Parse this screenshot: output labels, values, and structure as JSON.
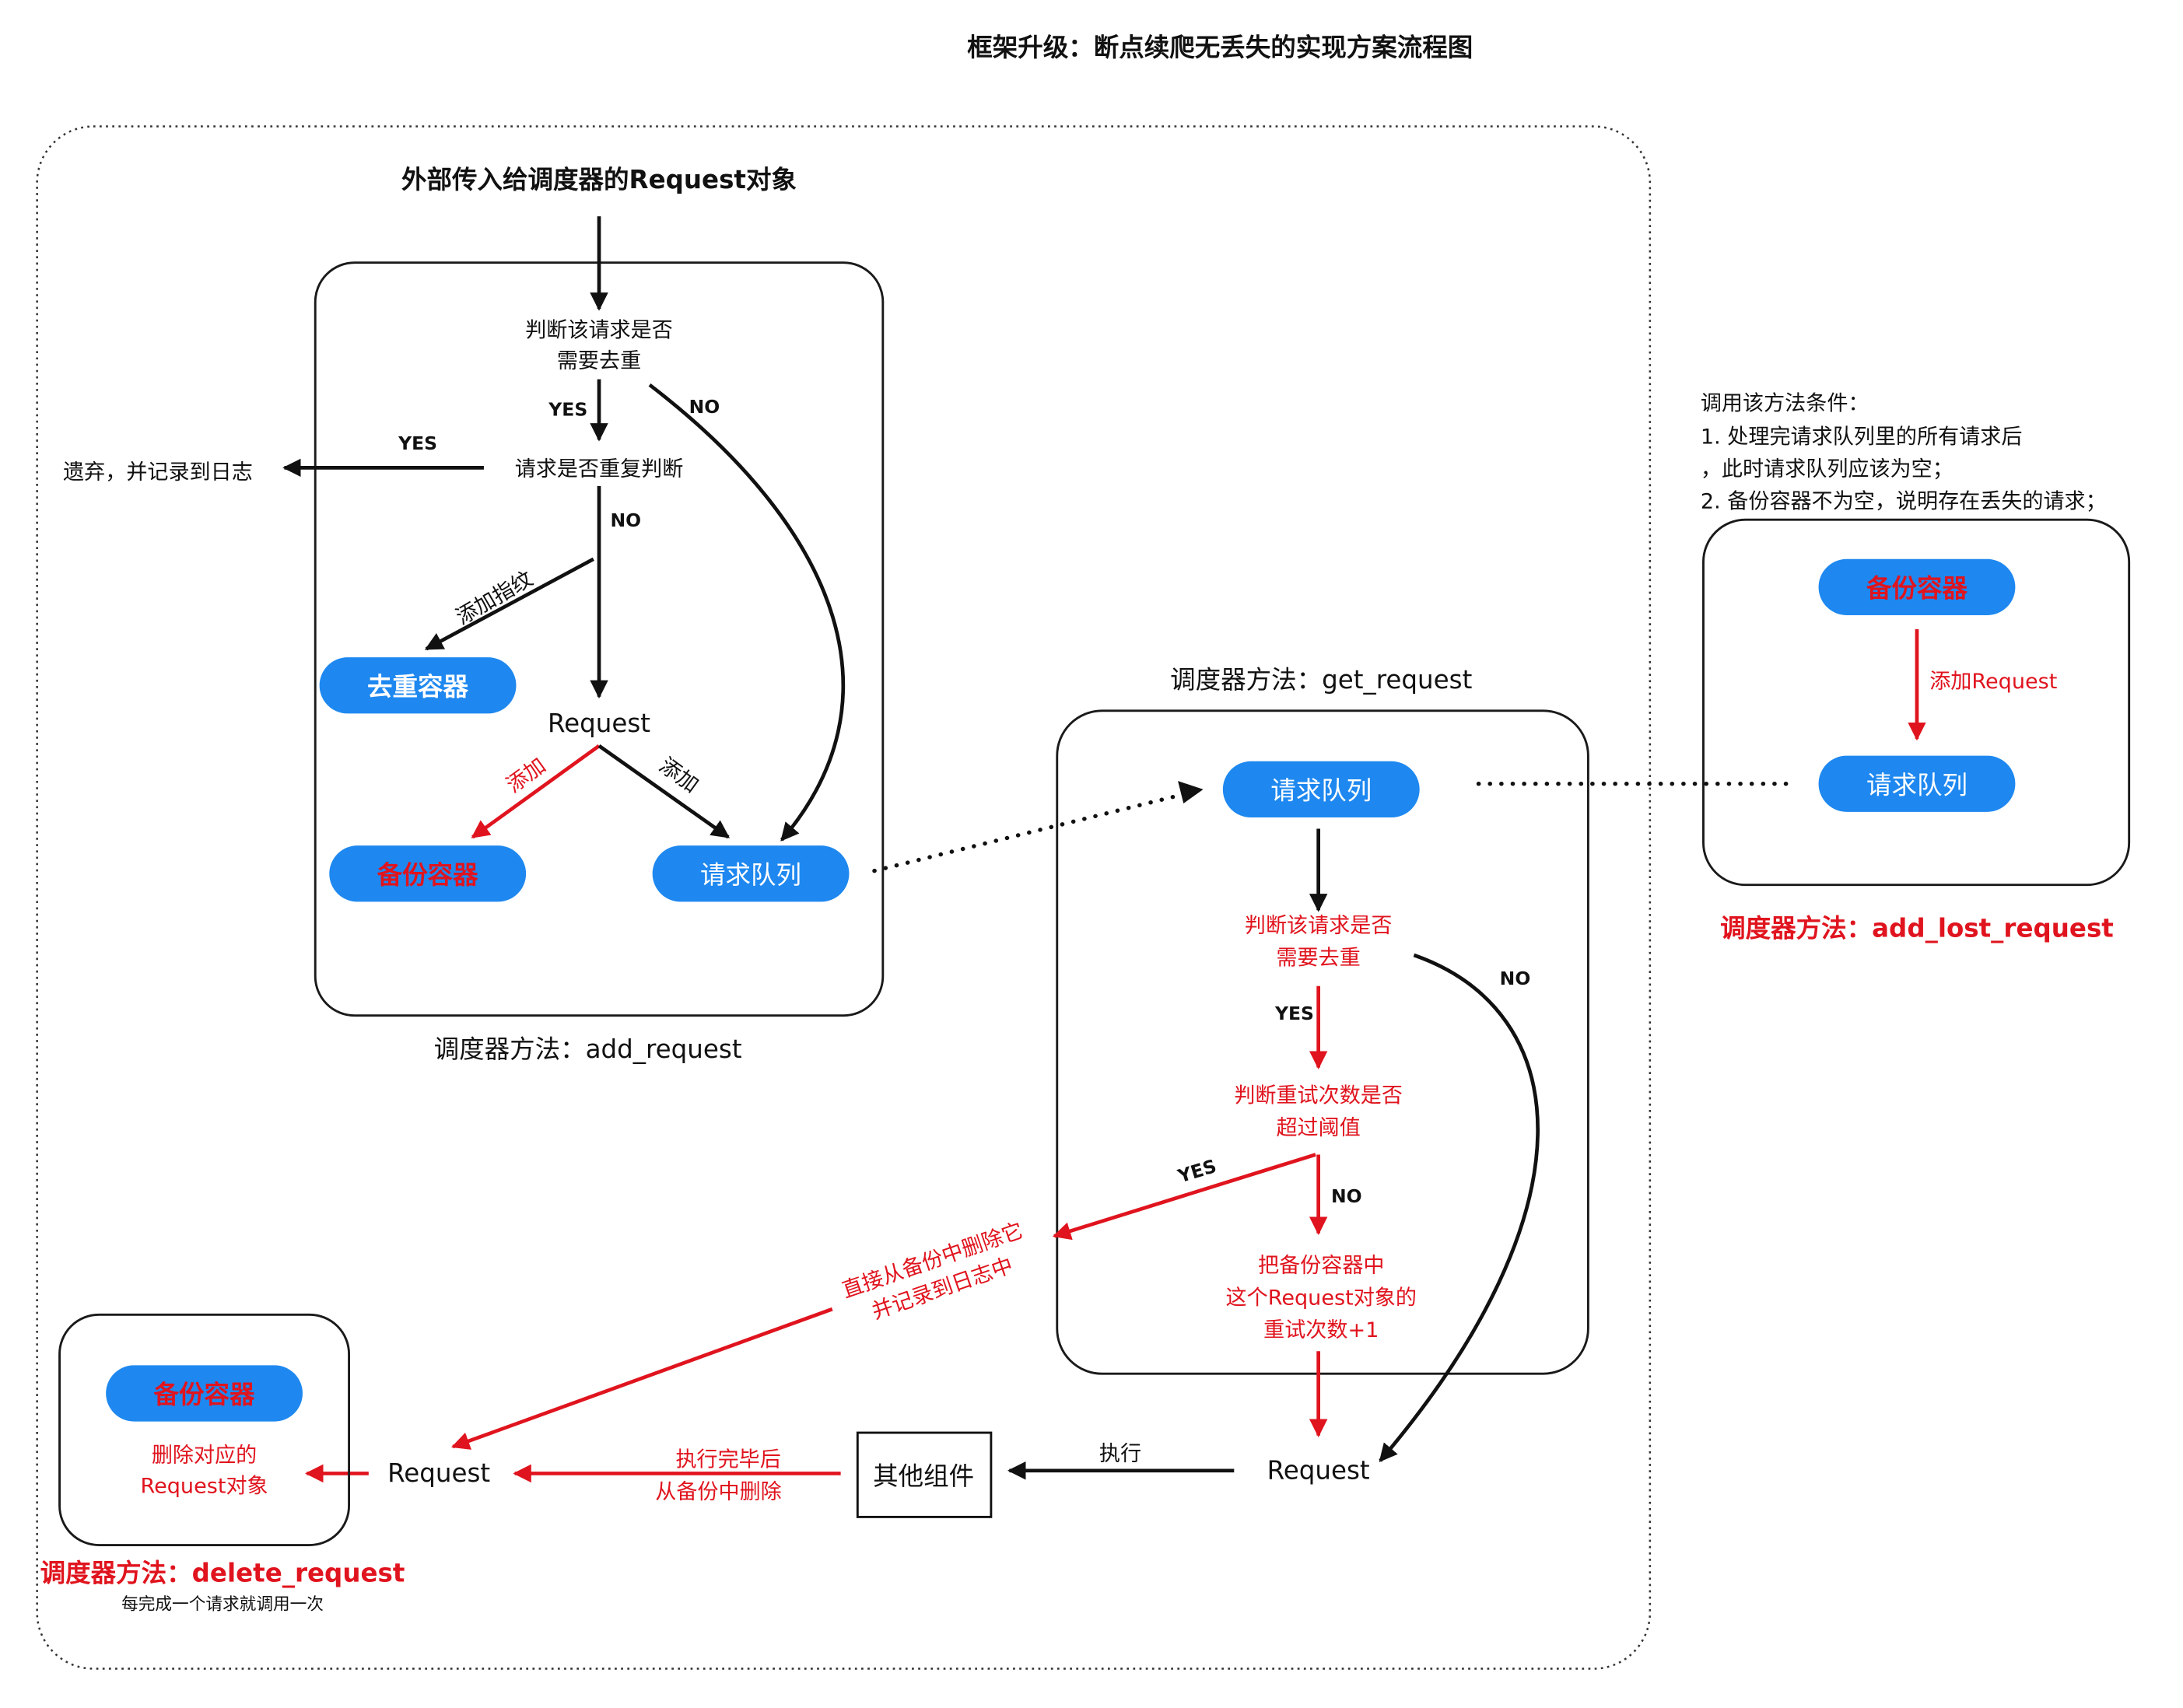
{
  "title": "框架升级：断点续爬无丢失的实现方案流程图",
  "colors": {
    "pill": "#1e88f0",
    "red": "#e0141e",
    "black": "#111111"
  },
  "add_request": {
    "entry": "外部传入给调度器的Request对象",
    "dedup_q1": "判断该请求是否",
    "dedup_q2": "需要去重",
    "yes": "YES",
    "no_curve": "NO",
    "repeat_check": "请求是否重复判断",
    "repeat_yes": "YES",
    "discard": "遗弃，并记录到日志",
    "repeat_no": "NO",
    "add_fingerprint": "添加指纹",
    "dedup_container": "去重容器",
    "request": "Request",
    "add_red": "添加",
    "add_black": "添加",
    "backup_container": "备份容器",
    "request_queue": "请求队列",
    "caption": "调度器方法：add_request"
  },
  "get_request": {
    "caption": "调度器方法：get_request",
    "request_queue": "请求队列",
    "dedup_q1": "判断该请求是否",
    "dedup_q2": "需要去重",
    "no_curve": "NO",
    "yes": "YES",
    "retry_q1": "判断重试次数是否",
    "retry_q2": "超过阈值",
    "retry_yes": "YES",
    "retry_no": "NO",
    "incr1": "把备份容器中",
    "incr2": "这个Request对象的",
    "incr3": "重试次数+1",
    "delete_note1": "直接从备份中删除它",
    "delete_note2": "并记录到日志中",
    "request": "Request",
    "execute": "执行",
    "other_components": "其他组件",
    "done1": "执行完毕后",
    "done2": "从备份中删除",
    "request_left": "Request"
  },
  "delete_request": {
    "backup_container": "备份容器",
    "delete1": "删除对应的",
    "delete2": "Request对象",
    "caption": "调度器方法：delete_request",
    "subcaption": "每完成一个请求就调用一次"
  },
  "add_lost_request": {
    "cond_title": "调用该方法条件：",
    "cond1": "1. 处理完请求队列里的所有请求后",
    "cond2": "，此时请求队列应该为空；",
    "cond3": "2. 备份容器不为空，说明存在丢失的请求；",
    "backup_container": "备份容器",
    "add_request_label": "添加Request",
    "request_queue": "请求队列",
    "caption": "调度器方法：add_lost_request"
  }
}
